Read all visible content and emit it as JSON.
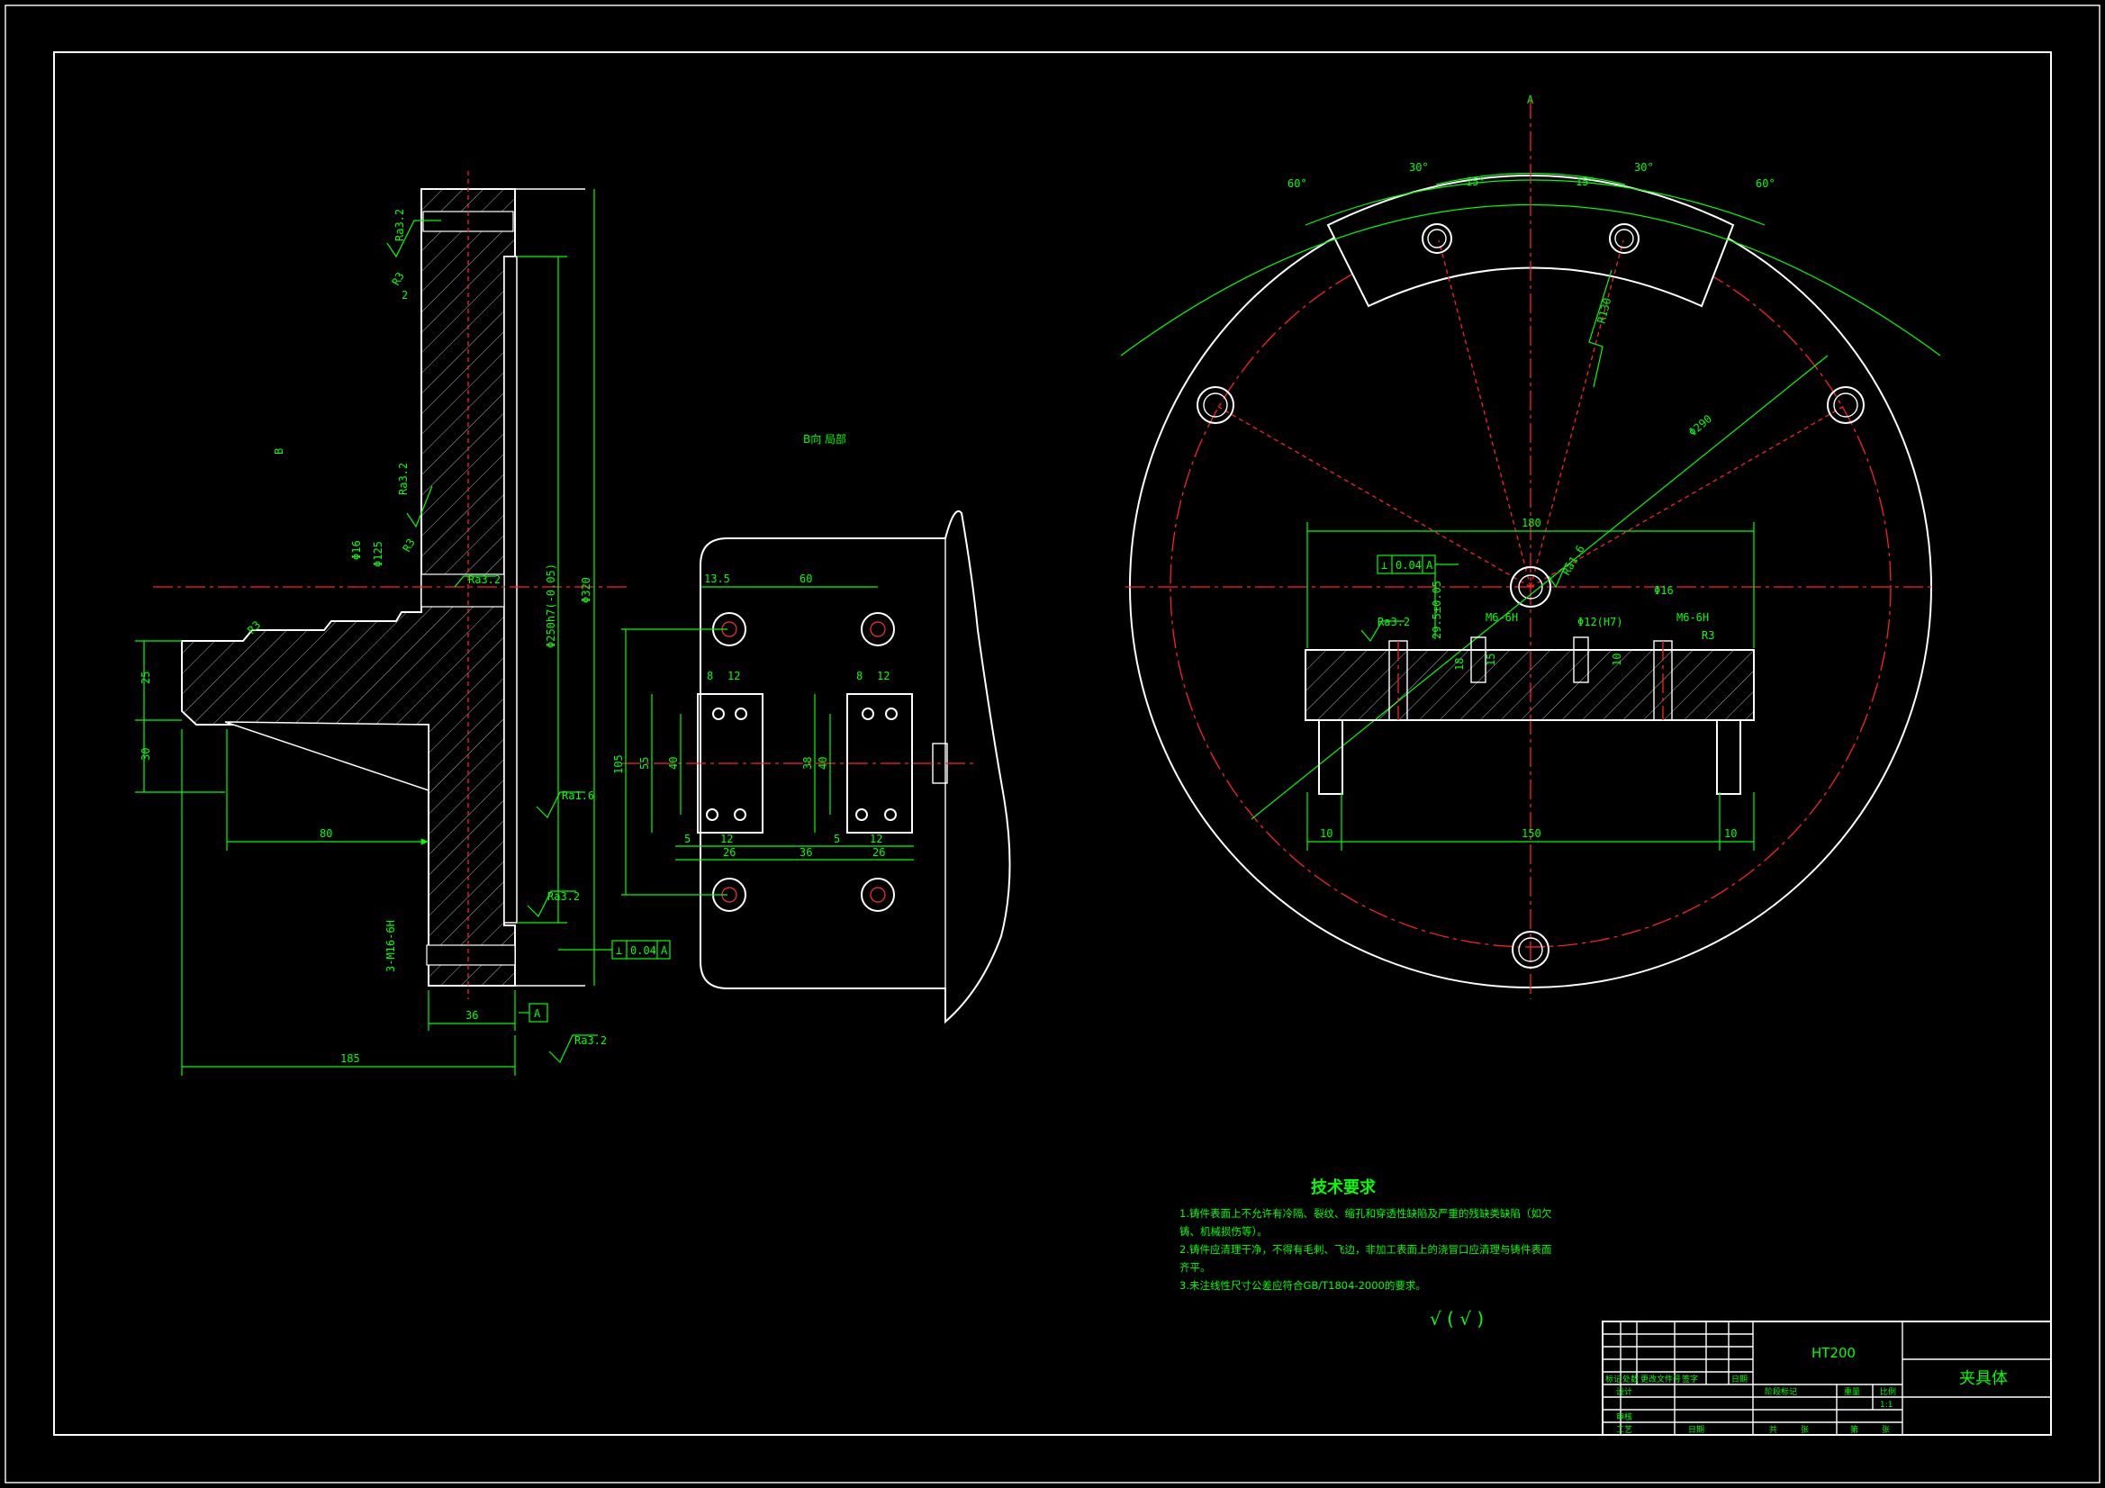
{
  "colors": {
    "background": "#000000",
    "outline": "#ffffff",
    "dimension": "#00ff00",
    "centerline": "#ff2020"
  },
  "side_view": {
    "dims_left": [
      "25",
      "30"
    ],
    "dims_bottom": [
      "80",
      "36",
      "185"
    ],
    "dims_right": [
      "Φ320",
      "Φ250h7(-0.05)"
    ],
    "small_dims": [
      "Φ16",
      "Φ125",
      "2",
      "R3",
      "R3",
      "R3",
      "B"
    ],
    "roughness": [
      "Ra3.2",
      "Ra3.2",
      "Ra3.2",
      "Ra1.6",
      "Ra3.2",
      "Ra3.2"
    ],
    "bolt_note": "3-M16-6H",
    "tolerance_value": "0.04",
    "tolerance_datum": "A",
    "datum_label": "A"
  },
  "partial_view": {
    "title": "B向 局部",
    "dims_top": [
      "13.5",
      "60"
    ],
    "dims_block": [
      "8",
      "12",
      "8",
      "12"
    ],
    "dims_left": [
      "105",
      "55",
      "40",
      "38",
      "40"
    ],
    "dims_bottom": [
      "5",
      "12",
      "26",
      "36",
      "5",
      "12",
      "26"
    ]
  },
  "top_view": {
    "section_label": "A",
    "angles": [
      "60°",
      "30°",
      "15°",
      "15°",
      "30°",
      "60°"
    ],
    "radius_label": "R130",
    "diameter_label": "Φ290",
    "width_dim": "180",
    "tolerance_value": "0.04",
    "tolerance_datum": "A",
    "roughness": [
      "Ra3.2",
      "Ra1.6"
    ],
    "hole_labels": [
      "M6-6H",
      "Φ16",
      "M6-6H",
      "Φ12(H7)",
      "R3"
    ],
    "vertical_dims": [
      "29.5±0.05",
      "18",
      "15",
      "10"
    ],
    "bottom_dims": [
      "10",
      "150",
      "10"
    ]
  },
  "tech_requirements": {
    "title": "技术要求",
    "lines": [
      "1.铸件表面上不允许有冷隔、裂纹、缩孔和穿透性缺陷及严重的残缺类缺陷（如欠",
      "铸、机械损伤等）。",
      "2.铸件应清理干净，不得有毛刺、飞边，非加工表面上的浇冒口应清理与铸件表面",
      "齐平。",
      "3.未注线性尺寸公差应符合GB/T1804-2000的要求。"
    ],
    "roughness_symbol": "√ ( √ )"
  },
  "title_block": {
    "material": "HT200",
    "part_name": "夹具体",
    "header_cells": [
      "标记",
      "处数",
      "更改文件号",
      "签字",
      "日期"
    ],
    "row_labels": [
      "设计",
      "审核",
      "工艺"
    ],
    "mid_labels": [
      "阶段标记",
      "重量",
      "比例"
    ],
    "scale": "1:1",
    "date_label": "日期",
    "sheet_labels": [
      "共",
      "张",
      "第",
      "张"
    ]
  }
}
